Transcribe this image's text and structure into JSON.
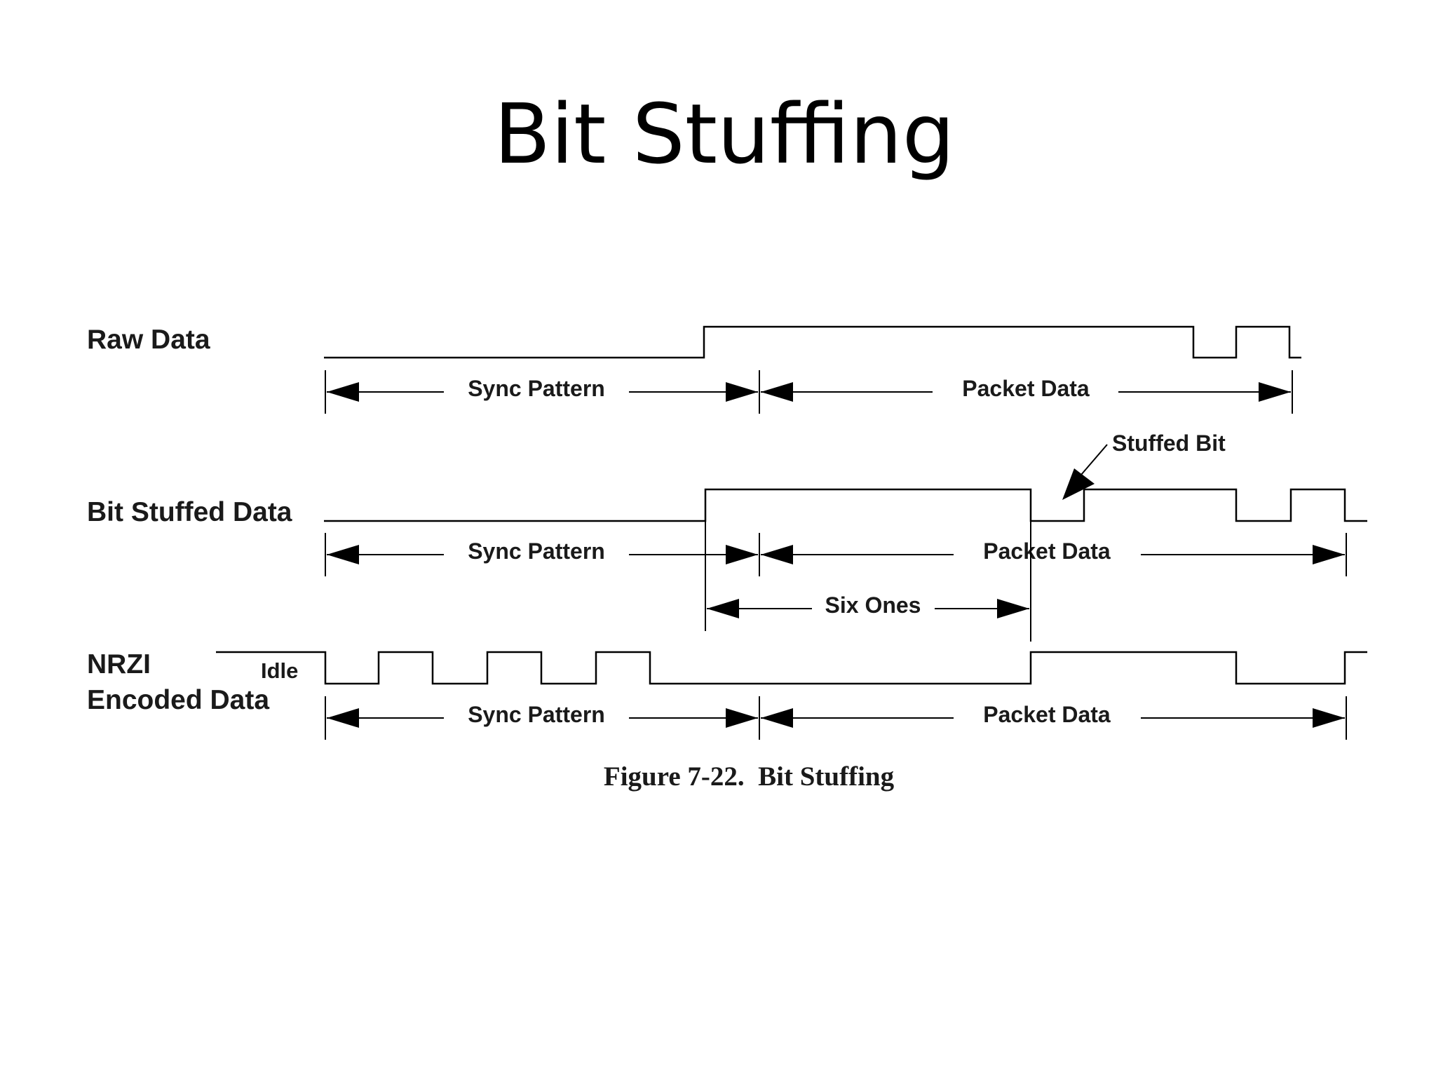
{
  "slide": {
    "title": "Bit Stuffing"
  },
  "rows": {
    "raw": {
      "label": "Raw Data"
    },
    "stuffed": {
      "label": "Bit Stuffed Data"
    },
    "nrzi": {
      "label_line1": "NRZI",
      "label_line2": "Encoded Data",
      "idle_label": "Idle"
    }
  },
  "segments": {
    "sync_pattern": "Sync Pattern",
    "packet_data": "Packet Data",
    "six_ones": "Six Ones"
  },
  "annotations": {
    "stuffed_bit": "Stuffed Bit"
  },
  "caption": "Figure 7-22.  Bit Stuffing"
}
